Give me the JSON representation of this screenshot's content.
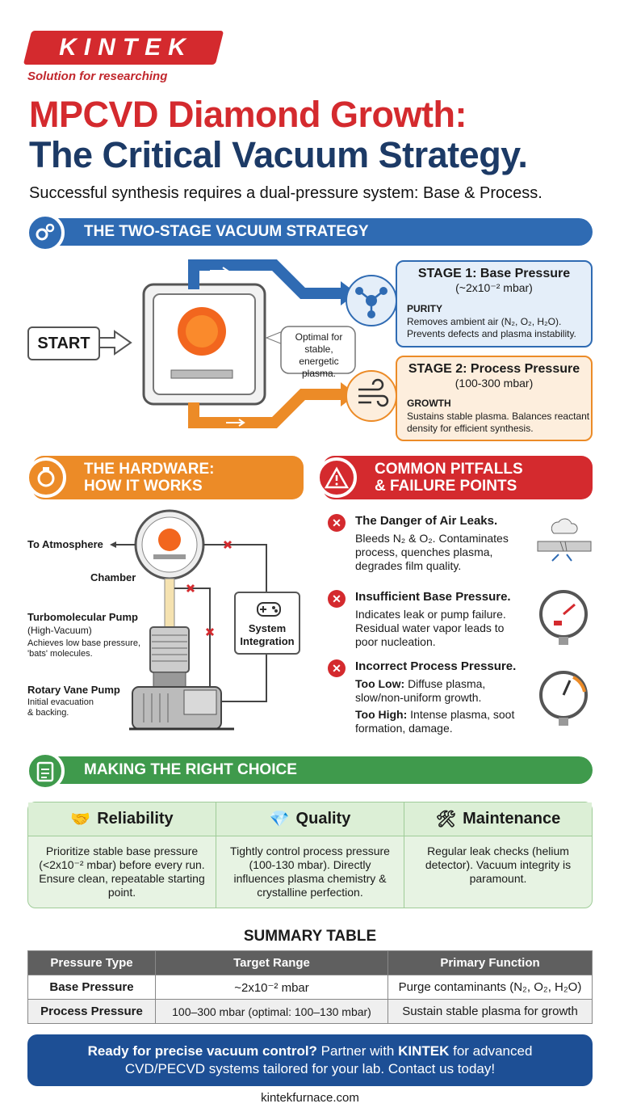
{
  "logo": {
    "brand": "KINTEK",
    "tagline": "Solution for researching"
  },
  "title": {
    "line1": "MPCVD Diamond Growth:",
    "line2": "The Critical Vacuum Strategy."
  },
  "subtitle": "Successful synthesis requires a dual-pressure system: Base & Process.",
  "strategy": {
    "banner": "THE TWO-STAGE VACUUM STRATEGY",
    "start": "START",
    "callout": "Optimal for stable, energetic plasma.",
    "stage1": {
      "title": "STAGE 1: Base Pressure",
      "range": "(~2x10⁻² mbar)",
      "keyword": "PURITY",
      "desc": "Removes ambient air (N₂, O₂, H₂O). Prevents defects and plasma instability."
    },
    "stage2": {
      "title": "STAGE 2: Process Pressure",
      "range": "(100-300 mbar)",
      "keyword": "GROWTH",
      "desc": "Sustains stable plasma. Balances reactant density for efficient synthesis."
    }
  },
  "hardware": {
    "banner_l1": "THE HARDWARE:",
    "banner_l2": "HOW IT WORKS",
    "atmosphere": "To Atmosphere",
    "chamber": "Chamber",
    "turbo_title": "Turbomolecular Pump",
    "turbo_sub": "(High-Vacuum)",
    "turbo_desc": "Achieves low base pressure, 'bats' molecules.",
    "rotary_title": "Rotary Vane Pump",
    "rotary_desc": "Initial evacuation & backing.",
    "integration": "System Integration"
  },
  "pitfalls": {
    "banner_l1": "COMMON PITFALLS",
    "banner_l2": "& FAILURE POINTS",
    "items": [
      {
        "title": "The Danger of Air Leaks.",
        "text": "Bleeds N₂ & O₂. Contaminates process, quenches plasma, degrades film quality."
      },
      {
        "title": "Insufficient Base Pressure.",
        "text": "Indicates leak or pump failure. Residual water vapor leads to poor nucleation."
      },
      {
        "title": "Incorrect Process Pressure.",
        "low_label": "Too Low:",
        "low_text": "Diffuse plasma, slow/non-uniform growth.",
        "high_label": "Too High:",
        "high_text": "Intense plasma, soot formation, damage."
      }
    ]
  },
  "choice": {
    "banner": "MAKING THE RIGHT CHOICE",
    "cols": [
      {
        "title": "Reliability",
        "text": "Prioritize stable base pressure (<2x10⁻² mbar) before every run. Ensure clean, repeatable starting point."
      },
      {
        "title": "Quality",
        "text": "Tightly control process pressure (100-130 mbar). Directly influences plasma chemistry & crystalline perfection."
      },
      {
        "title": "Maintenance",
        "text": "Regular leak checks (helium detector). Vacuum integrity is paramount."
      }
    ]
  },
  "summary": {
    "title": "SUMMARY TABLE",
    "headers": [
      "Pressure Type",
      "Target Range",
      "Primary Function"
    ],
    "rows": [
      [
        "Base Pressure",
        "~2x10⁻² mbar",
        "Purge contaminants (N₂, O₂, H₂O)"
      ],
      [
        "Process Pressure",
        "100–300 mbar (optimal: 100–130 mbar)",
        "Sustain stable plasma for growth"
      ]
    ]
  },
  "cta": {
    "l1_bold": "Ready for precise vacuum control?",
    "l1_rest": " Partner with ",
    "brand": "KINTEK",
    "l1_end": " for advanced",
    "l2": "CVD/PECVD systems tailored for your lab. Contact us today!"
  },
  "footer": "kintekfurnace.com",
  "colors": {
    "red": "#d42a2e",
    "navy": "#1c3a66",
    "blue": "#2f6bb3",
    "orange": "#ec8b27",
    "green": "#3f9a4c"
  }
}
